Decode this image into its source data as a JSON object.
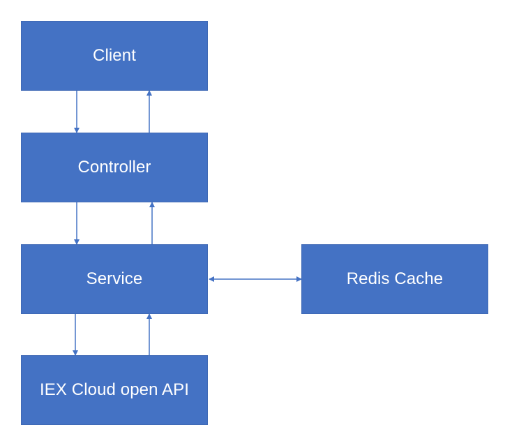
{
  "diagram": {
    "nodes": {
      "client": "Client",
      "controller": "Controller",
      "service": "Service",
      "iex": "IEX Cloud open API",
      "redis": "Redis Cache"
    },
    "edges": [
      {
        "from": "client",
        "to": "controller"
      },
      {
        "from": "controller",
        "to": "client"
      },
      {
        "from": "controller",
        "to": "service"
      },
      {
        "from": "service",
        "to": "controller"
      },
      {
        "from": "service",
        "to": "iex"
      },
      {
        "from": "iex",
        "to": "service"
      },
      {
        "from": "service",
        "to": "redis",
        "bidirectional": true
      }
    ],
    "colors": {
      "box_fill": "#4472c4",
      "box_border": "#3f69b5",
      "box_text": "#ffffff",
      "connector": "#4472c4"
    }
  }
}
